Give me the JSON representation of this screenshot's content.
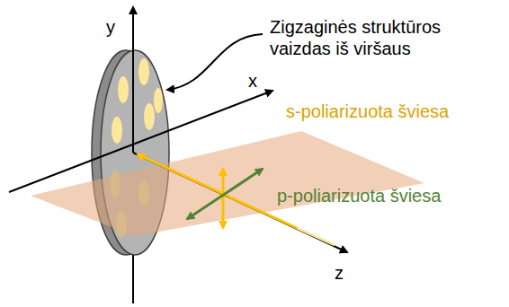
{
  "diagram": {
    "labels": [
      "y",
      "x",
      "z",
      "Zigzaginės struktūros vaizdas iš viršaus",
      "s-poliarizuota šviesa",
      "p-poliarizuota šviesa"
    ]
  }
}
